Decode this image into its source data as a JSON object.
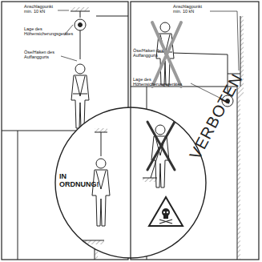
{
  "diagram": {
    "labels": [
      "Anschlagpunkt min. 10 kN",
      "Lage des Höhensicherungsgerätes",
      "Öse/Haken des Auffanggurts",
      "Anschlagpunkt min. 10 kN",
      "Öse/Haken des Auffanggurts",
      "Lage des Höhensicherungsgerätes",
      "IN ORDNUNG!",
      "VERBOTEN"
    ]
  }
}
